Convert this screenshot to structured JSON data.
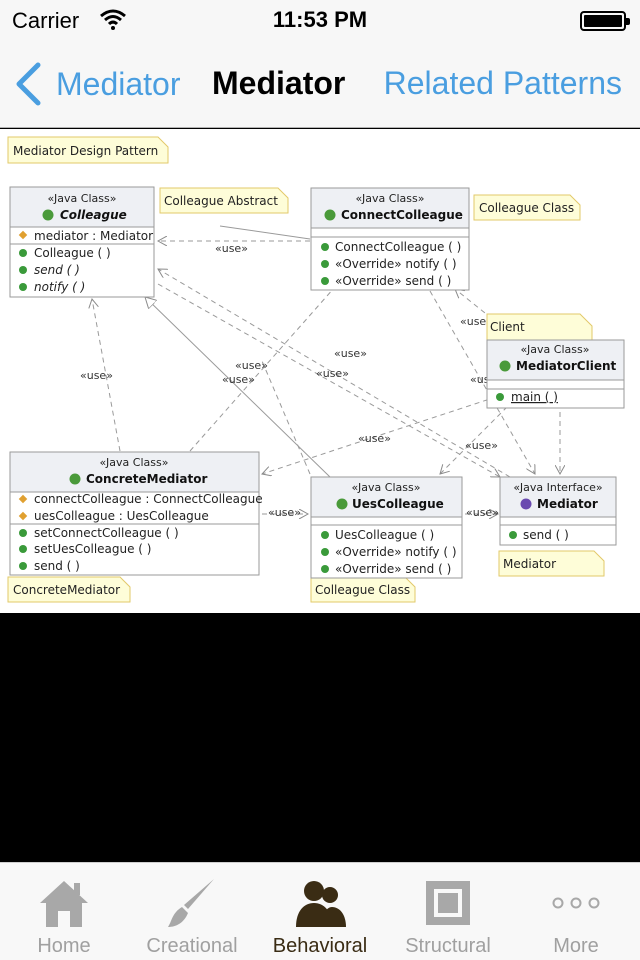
{
  "status_bar": {
    "carrier": "Carrier",
    "time": "11:53 PM",
    "battery_level": 1.0
  },
  "nav": {
    "back_label": "Mediator",
    "title": "Mediator",
    "right_label": "Related Patterns",
    "tint": "#4a9ee0"
  },
  "diagram": {
    "notes": {
      "title": "Mediator Design Pattern",
      "colleague_abstract": "Colleague Abstract",
      "colleague_class_1": "Colleague Class",
      "client": "Client",
      "concrete_mediator": "ConcreteMediator",
      "colleague_class_2": "Colleague Class",
      "mediator": "Mediator"
    },
    "classes": {
      "colleague": {
        "stereotype": "«Java Class»",
        "name": "Colleague",
        "attributes": [
          "mediator : Mediator"
        ],
        "methods": [
          "Colleague ( )",
          "send ( )",
          "notify ( )"
        ]
      },
      "connect_colleague": {
        "stereotype": "«Java Class»",
        "name": "ConnectColleague",
        "methods": [
          "ConnectColleague ( )",
          "«Override» notify ( )",
          "«Override» send ( )"
        ]
      },
      "mediator_client": {
        "stereotype": "«Java Class»",
        "name": "MediatorClient",
        "methods": [
          "main ( )"
        ]
      },
      "concrete_mediator": {
        "stereotype": "«Java Class»",
        "name": "ConcreteMediator",
        "attributes": [
          "connectColleague : ConnectColleague",
          "uesColleague : UesColleague"
        ],
        "methods": [
          "setConnectColleague ( )",
          "setUesColleague ( )",
          "send ( )"
        ]
      },
      "ues_colleague": {
        "stereotype": "«Java Class»",
        "name": "UesColleague",
        "methods": [
          "UesColleague ( )",
          "«Override» notify ( )",
          "«Override» send ( )"
        ]
      },
      "mediator": {
        "stereotype": "«Java Interface»",
        "name": "Mediator",
        "methods": [
          "send ( )"
        ]
      }
    },
    "use_label": "«use»"
  },
  "tab_bar": {
    "items": [
      {
        "label": "Home",
        "icon": "home-icon"
      },
      {
        "label": "Creational",
        "icon": "brush-icon"
      },
      {
        "label": "Behavioral",
        "icon": "people-icon"
      },
      {
        "label": "Structural",
        "icon": "structure-icon"
      },
      {
        "label": "More",
        "icon": "more-icon"
      }
    ],
    "active_index": 2,
    "active_color": "#3a2c14",
    "inactive_color": "#a0a0a0"
  }
}
